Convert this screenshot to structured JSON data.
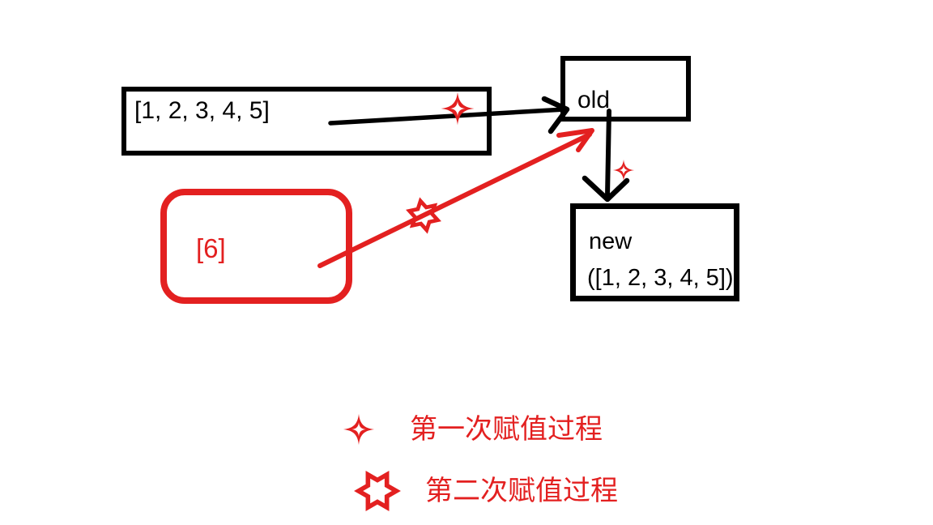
{
  "diagram_title": "list assignment process diagram",
  "colors": {
    "ink": "#000000",
    "accent_red": "#e32020",
    "background": "#ffffff"
  },
  "boxes": {
    "list": {
      "label": "[1, 2, 3, 4, 5]"
    },
    "old": {
      "label": "old"
    },
    "new": {
      "label": "new",
      "value": "([1, 2, 3, 4, 5])"
    },
    "six": {
      "label": "[6]"
    }
  },
  "arrows": [
    {
      "name": "list-to-old",
      "color": "black",
      "marker": "four-point-star"
    },
    {
      "name": "old-to-new",
      "color": "black",
      "marker": "four-point-star"
    },
    {
      "name": "six-to-old",
      "color": "red",
      "marker": "six-point-star"
    }
  ],
  "legend": {
    "items": [
      {
        "icon": "four-point-star",
        "label": "第一次赋值过程"
      },
      {
        "icon": "six-point-star",
        "label": "第二次赋值过程"
      }
    ]
  }
}
